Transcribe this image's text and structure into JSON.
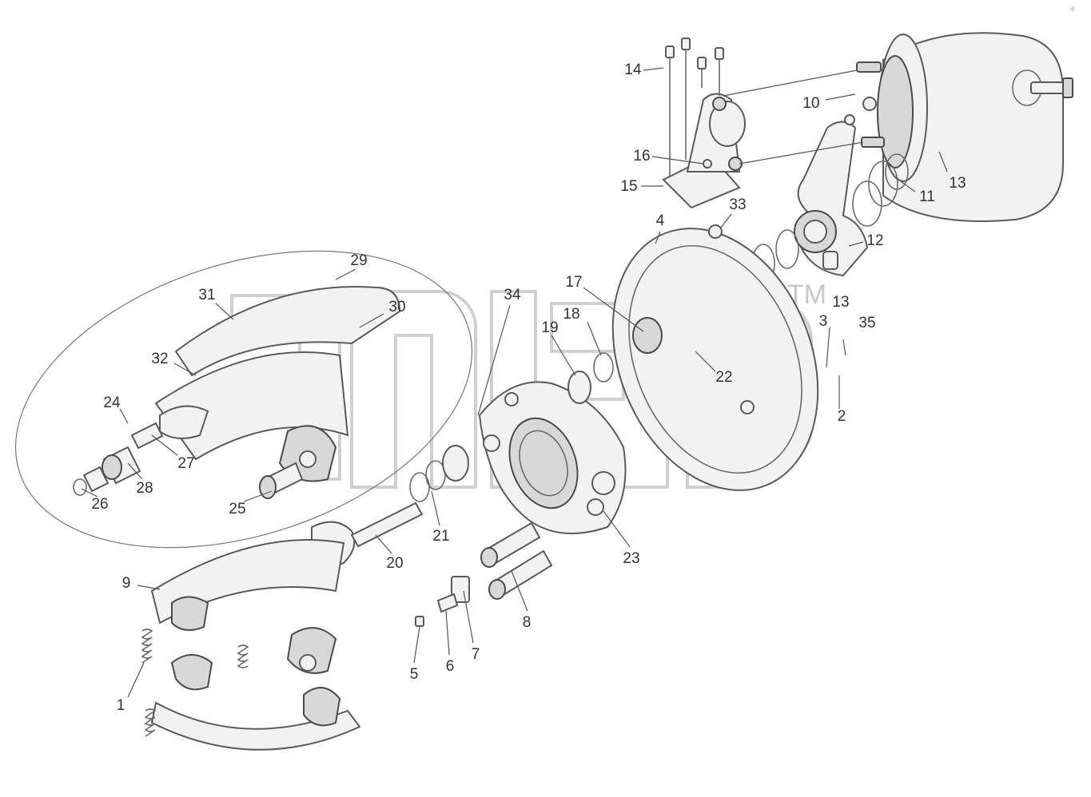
{
  "watermark": {
    "tm": "TM"
  },
  "corner_mark": "6",
  "callouts": {
    "c14": "14",
    "c10": "10",
    "c13a": "13",
    "c16": "16",
    "c15": "15",
    "c33": "33",
    "c11": "11",
    "c4": "4",
    "c12": "12",
    "c29": "29",
    "c31": "31",
    "c30": "30",
    "c17": "17",
    "c34": "34",
    "c18": "18",
    "c19": "19",
    "c13b": "13",
    "c3": "3",
    "c35": "35",
    "c32": "32",
    "c22": "22",
    "c24": "24",
    "c2": "2",
    "c27": "27",
    "c28": "28",
    "c26": "26",
    "c25": "25",
    "c21": "21",
    "c20": "20",
    "c23": "23",
    "c9": "9",
    "c8": "8",
    "c7": "7",
    "c6": "6",
    "c5": "5",
    "c1": "1"
  }
}
